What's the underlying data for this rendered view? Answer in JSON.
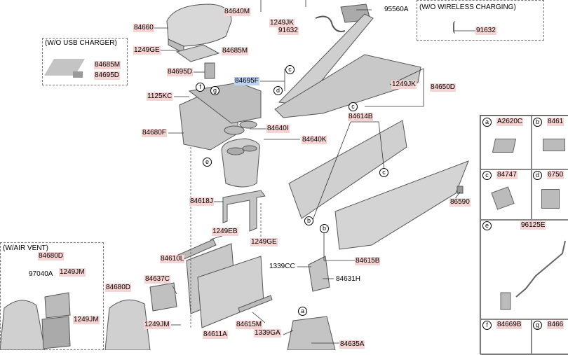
{
  "labels": {
    "l84640M": "84640M",
    "l95560A": "95560A",
    "l1249JK_top": "1249JK",
    "l91632_top": "91632",
    "l84660": "84660",
    "l1249GE_top": "1249GE",
    "l84685M_top": "84685M",
    "l84695D_mid": "84695D",
    "l84695F": "84695F",
    "l1249JK_right": "1249JK",
    "l84650D": "84650D",
    "l1125KC": "1125KC",
    "l84680F": "84680F",
    "l84640I": "84640I",
    "l84640K": "84640K",
    "l84614B": "84614B",
    "l86590": "86590",
    "l84618J": "84618J",
    "l1249EB": "1249EB",
    "l1249GE_mid": "1249GE",
    "l84610L": "84610L",
    "l84637C": "84637C",
    "l1249JM_mid": "1249JM",
    "l84615M": "84615M",
    "l84611A": "84611A",
    "l1339GA": "1339GA",
    "l84635A": "84635A",
    "l1339CC": "1339CC",
    "l84631H": "84631H",
    "l84615B": "84615B",
    "l84685M_usb": "84685M",
    "l84695D_usb": "84695D",
    "l91632_wc": "91632",
    "l84680D": "84680D",
    "l97040A": "97040A",
    "l1249JM_av1": "1249JM",
    "l1249JM_av2": "1249JM",
    "l84680D_b": "84680D"
  },
  "boxes": {
    "usb_title": "(W/O USB CHARGER)",
    "wc_title": "(W/O WIRELESS CHARGING)",
    "av_title": "(W/AIR VENT)"
  },
  "callouts": {
    "c_left": "c",
    "d_left": "d",
    "c_mid": "c",
    "c_right": "c",
    "f": "f",
    "g": "g",
    "e": "e",
    "b1": "b",
    "b2": "b",
    "a_bottom": "a"
  },
  "side_panel": {
    "a_letter": "a",
    "a_part": "A2620C",
    "b_letter": "b",
    "b_part": "8461",
    "c_letter": "c",
    "c_part": "84747",
    "d_letter": "d",
    "d_part": "6750",
    "e_letter": "e",
    "e_part": "96125E",
    "f_letter": "f",
    "f_part": "84669B",
    "g_letter": "g",
    "g_part": "8466"
  }
}
